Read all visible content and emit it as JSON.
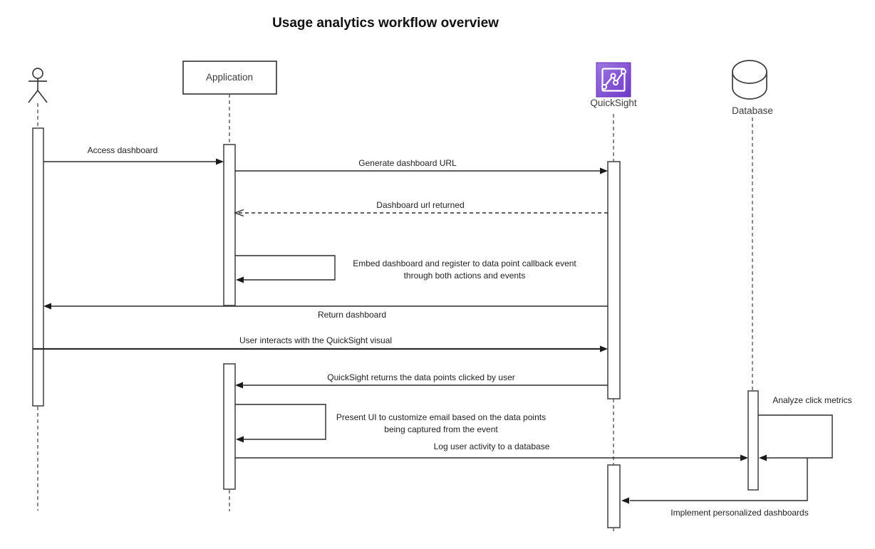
{
  "title": "Usage analytics workflow overview",
  "diagram_type": "uml-sequence-diagram",
  "participants": {
    "user_actor": {
      "label": "",
      "icon": "actor-stick-figure-icon"
    },
    "application": {
      "label": "Application",
      "icon": "rectangle-box"
    },
    "quicksight": {
      "label": "QuickSight",
      "icon": "quicksight-line-chart-icon"
    },
    "database": {
      "label": "Database",
      "icon": "database-cylinder-icon"
    }
  },
  "messages": {
    "m1": {
      "text": "Access dashboard",
      "from": "User",
      "to": "Application",
      "line": "solid"
    },
    "m2": {
      "text": "Generate dashboard URL",
      "from": "Application",
      "to": "QuickSight",
      "line": "solid"
    },
    "m3": {
      "text": "Dashboard url returned",
      "from": "QuickSight",
      "to": "Application",
      "line": "dashed"
    },
    "m4": {
      "text_line1": "Embed dashboard and register to data point callback event",
      "text_line2": "through both actions and events",
      "from": "Application",
      "to": "Application",
      "line": "self"
    },
    "m5": {
      "text": "Return dashboard",
      "from": "QuickSight",
      "to": "User",
      "line": "solid"
    },
    "m6": {
      "text": "User interacts with the QuickSight visual",
      "from": "User",
      "to": "QuickSight",
      "line": "solid"
    },
    "m7": {
      "text": "QuickSight returns the data points clicked by user",
      "from": "QuickSight",
      "to": "Application",
      "line": "solid"
    },
    "m8": {
      "text_line1": "Present UI to customize email based on the data points",
      "text_line2": "being captured from the event",
      "from": "Application",
      "to": "Application",
      "line": "self"
    },
    "m9": {
      "text": "Log user activity to a database",
      "from": "Application",
      "to": "Database",
      "line": "solid"
    },
    "m10": {
      "text": "Analyze click metrics",
      "from": "Database",
      "to": "Database",
      "line": "self"
    },
    "m11": {
      "text": "Implement personalized dashboards",
      "from": "Database",
      "to": "QuickSight",
      "line": "solid"
    }
  },
  "colors": {
    "background": "#ffffff",
    "line": "#2b2b2b",
    "quicksight_icon_top": "#9d78e0",
    "quicksight_icon_bottom": "#7038c8",
    "quicksight_icon_border": "#5f2bb8",
    "quicksight_glyph": "#ffffff"
  }
}
